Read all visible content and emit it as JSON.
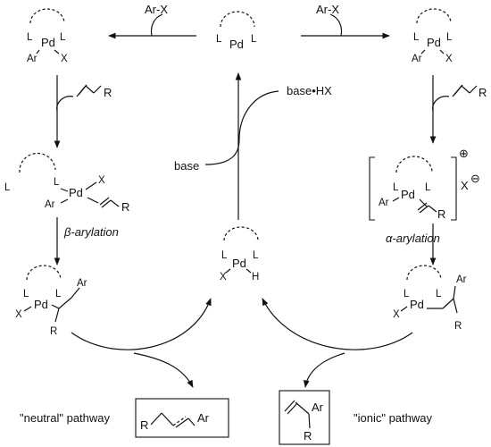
{
  "reagents": {
    "ar_x_left": "Ar-X",
    "ar_x_right": "Ar-X",
    "base_hx": "base•HX",
    "base": "base",
    "alkene_r_left": "R",
    "alkene_r_right": "R"
  },
  "atoms": {
    "pd": "Pd",
    "l": "L",
    "x": "X",
    "ar": "Ar",
    "r": "R",
    "h": "H"
  },
  "charges": {
    "plus": "⊕",
    "minus": "⊖"
  },
  "steps": {
    "beta": "β-arylation",
    "alpha": "α-arylation"
  },
  "pathways": {
    "neutral": "\"neutral\" pathway",
    "ionic": "\"ionic\" pathway"
  }
}
